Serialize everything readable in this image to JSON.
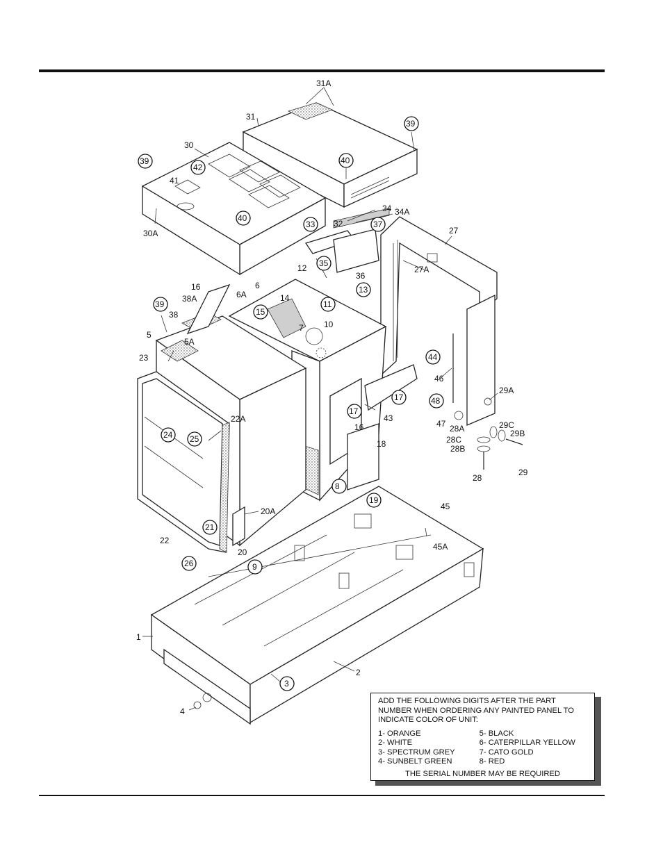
{
  "labels": {
    "l31A": "31A",
    "l31": "31",
    "l39a": "39",
    "l30": "30",
    "l39b": "39",
    "l40a": "40",
    "l42": "42",
    "l41": "41",
    "l30A": "30A",
    "l40b": "40",
    "l33": "33",
    "l32": "32",
    "l34": "34",
    "l34A": "34A",
    "l37": "37",
    "l27": "27",
    "l35": "35",
    "l36": "36",
    "l12": "12",
    "l13": "13",
    "l27A": "27A",
    "l16a": "16",
    "l38A": "38A",
    "l6A": "6A",
    "l6": "6",
    "l14": "14",
    "l15": "15",
    "l11": "11",
    "l39c": "39",
    "l38": "38",
    "l7": "7",
    "l10": "10",
    "l5": "5",
    "l5A": "5A",
    "l23": "23",
    "l44": "44",
    "l46": "46",
    "l48": "48",
    "l29A": "29A",
    "l17a": "17",
    "l17b": "17",
    "l43": "43",
    "l47": "47",
    "l28A": "28A",
    "l29C": "29C",
    "l29B": "29B",
    "l22A": "22A",
    "l24": "24",
    "l25": "25",
    "l16b": "16",
    "l18": "18",
    "l28C": "28C",
    "l28B": "28B",
    "l29": "29",
    "l28": "28",
    "l8": "8",
    "l19": "19",
    "l45": "45",
    "l20A": "20A",
    "l21": "21",
    "l45A": "45A",
    "l22": "22",
    "l20": "20",
    "l26": "26",
    "l9": "9",
    "l1": "1",
    "l2": "2",
    "l3": "3",
    "l4": "4"
  },
  "note": {
    "header": "ADD THE FOLLOWING DIGITS AFTER THE PART NUMBER WHEN ORDERING ANY PAINTED PANEL TO INDICATE COLOR OF UNIT:",
    "left": [
      "1- ORANGE",
      "2- WHITE",
      "3- SPECTRUM GREY",
      "4- SUNBELT GREEN"
    ],
    "right": [
      "5- BLACK",
      "6- CATERPILLAR YELLOW",
      "7- CATO GOLD",
      "8- RED"
    ],
    "serial": "THE SERIAL NUMBER MAY BE REQUIRED"
  }
}
